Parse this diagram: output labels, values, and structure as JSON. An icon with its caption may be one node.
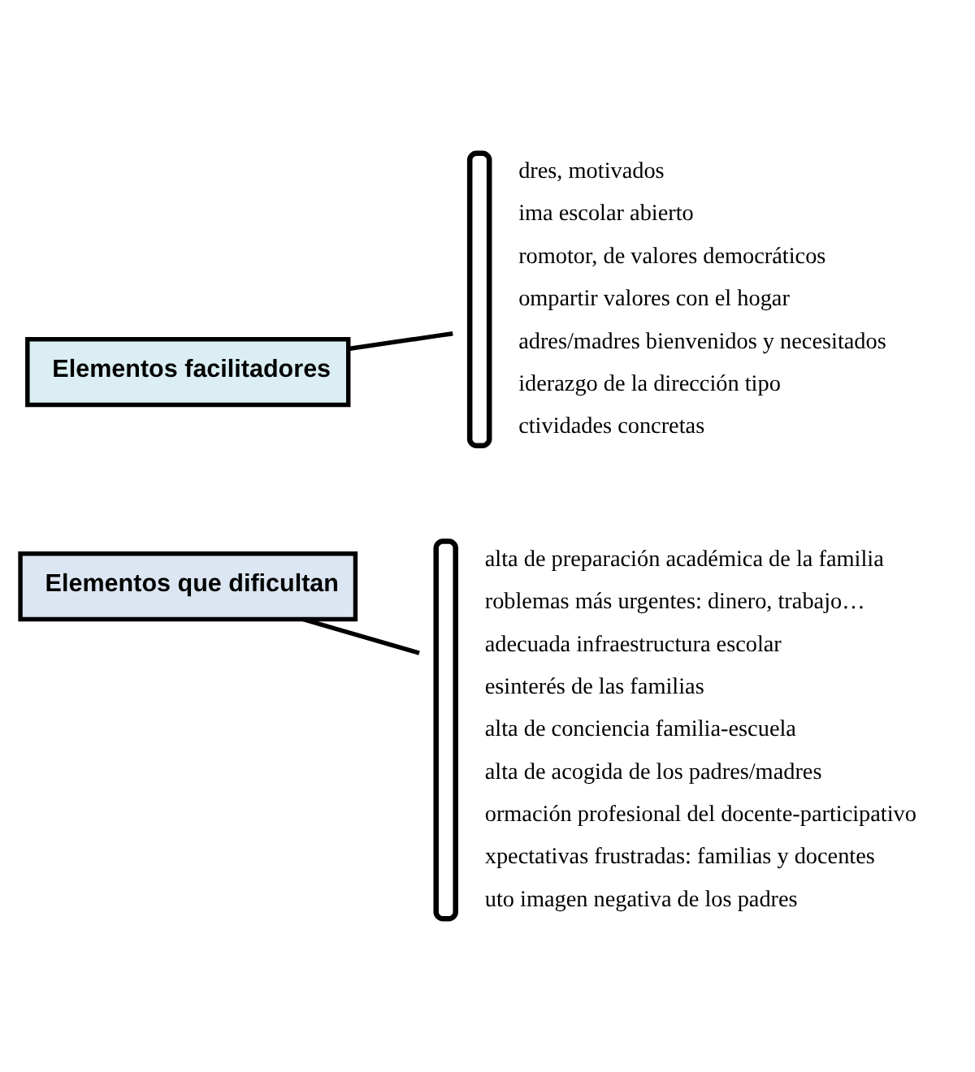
{
  "diagram": {
    "nodes": [
      {
        "text": [
          "Elementos facilitadores"
        ]
      },
      {
        "text": [
          "dres, motivados",
          "ima escolar abierto",
          "romotor, de valores democráticos",
          "ompartir valores con el hogar",
          "adres/madres bienvenidos y necesitados",
          "iderazgo de la dirección tipo",
          "ctividades concretas"
        ]
      },
      {
        "text": [
          "Elementos que dificultan"
        ]
      },
      {
        "text": [
          "alta de preparación académica de la familia",
          "roblemas más urgentes: dinero, trabajo…",
          "adecuada infraestructura escolar",
          "esinterés de las familias",
          "alta de conciencia familia-escuela",
          "alta de acogida de los padres/madres",
          "ormación profesional del docente-participativo",
          "xpectativas frustradas: familias y docentes",
          "uto imagen negativa de los padres"
        ]
      }
    ],
    "edges": [
      {
        "from": 0,
        "to": 1,
        "arrow": "none"
      },
      {
        "from": 2,
        "to": 3,
        "arrow": "none"
      }
    ]
  }
}
